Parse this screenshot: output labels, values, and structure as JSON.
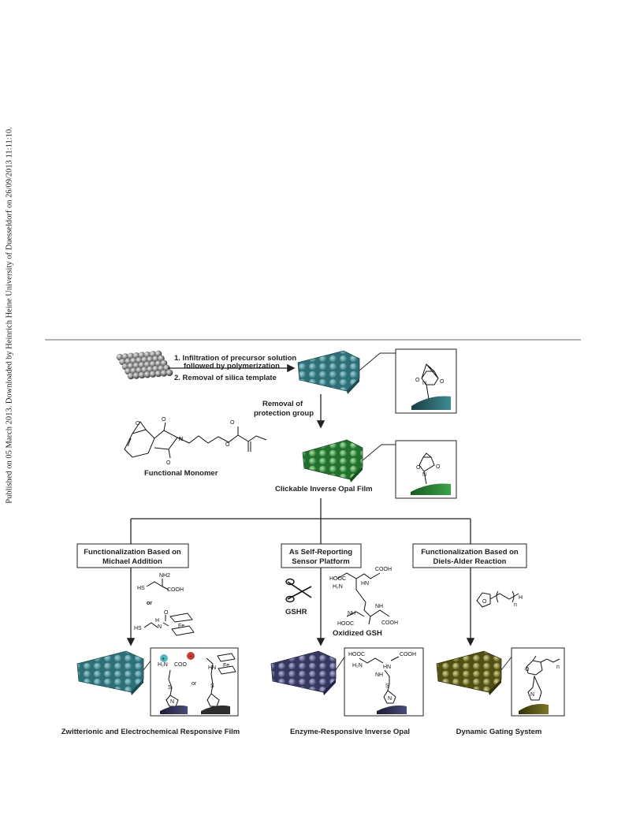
{
  "side_text": "Published on 05 March 2013. Downloaded by Heinrich Heine University of Duesseldorf on 26/09/2013 11:11:10.",
  "step1": {
    "line1": "1. Infiltration of precursor solution",
    "line2": "followed by polymerization",
    "line3": "2. Removal of silica template"
  },
  "removal": {
    "line1": "Removal of",
    "line2": "protection group"
  },
  "functional_monomer": "Functional Monomer",
  "clickable_film": "Clickable Inverse Opal Film",
  "branches": {
    "michael": {
      "line1": "Functionalization Based on",
      "line2": "Michael Addition"
    },
    "sensor": {
      "line1": "As Self-Reporting",
      "line2": "Sensor Platform"
    },
    "diels": {
      "line1": "Functionalization Based on",
      "line2": "Diels-Alder Reaction"
    }
  },
  "chem": {
    "nh2": "NH",
    "nh2_sub": "2",
    "cooh": "COOH",
    "hs": "HS",
    "or": "or",
    "fe": "Fe",
    "h": "H",
    "o": "O",
    "n": "N",
    "n_sub": "n",
    "s": "S",
    "coo": "COO",
    "hooc": "HOOC",
    "hn": "HN",
    "nh": "NH",
    "h2n": "H₂N"
  },
  "gshr": "GSHR",
  "oxidized_gsh": "Oxidized GSH",
  "bottom": {
    "left": "Zwitterionic and Electrochemical  Responsive Film",
    "middle": "Enzyme-Responsive Inverse Opal",
    "right": "Dynamic Gating System"
  },
  "colors": {
    "teal": "#3f8c93",
    "green": "#2f8a3c",
    "purple": "#4a4a7a",
    "olive": "#6c6a22",
    "gray": "#8a8a8a"
  }
}
